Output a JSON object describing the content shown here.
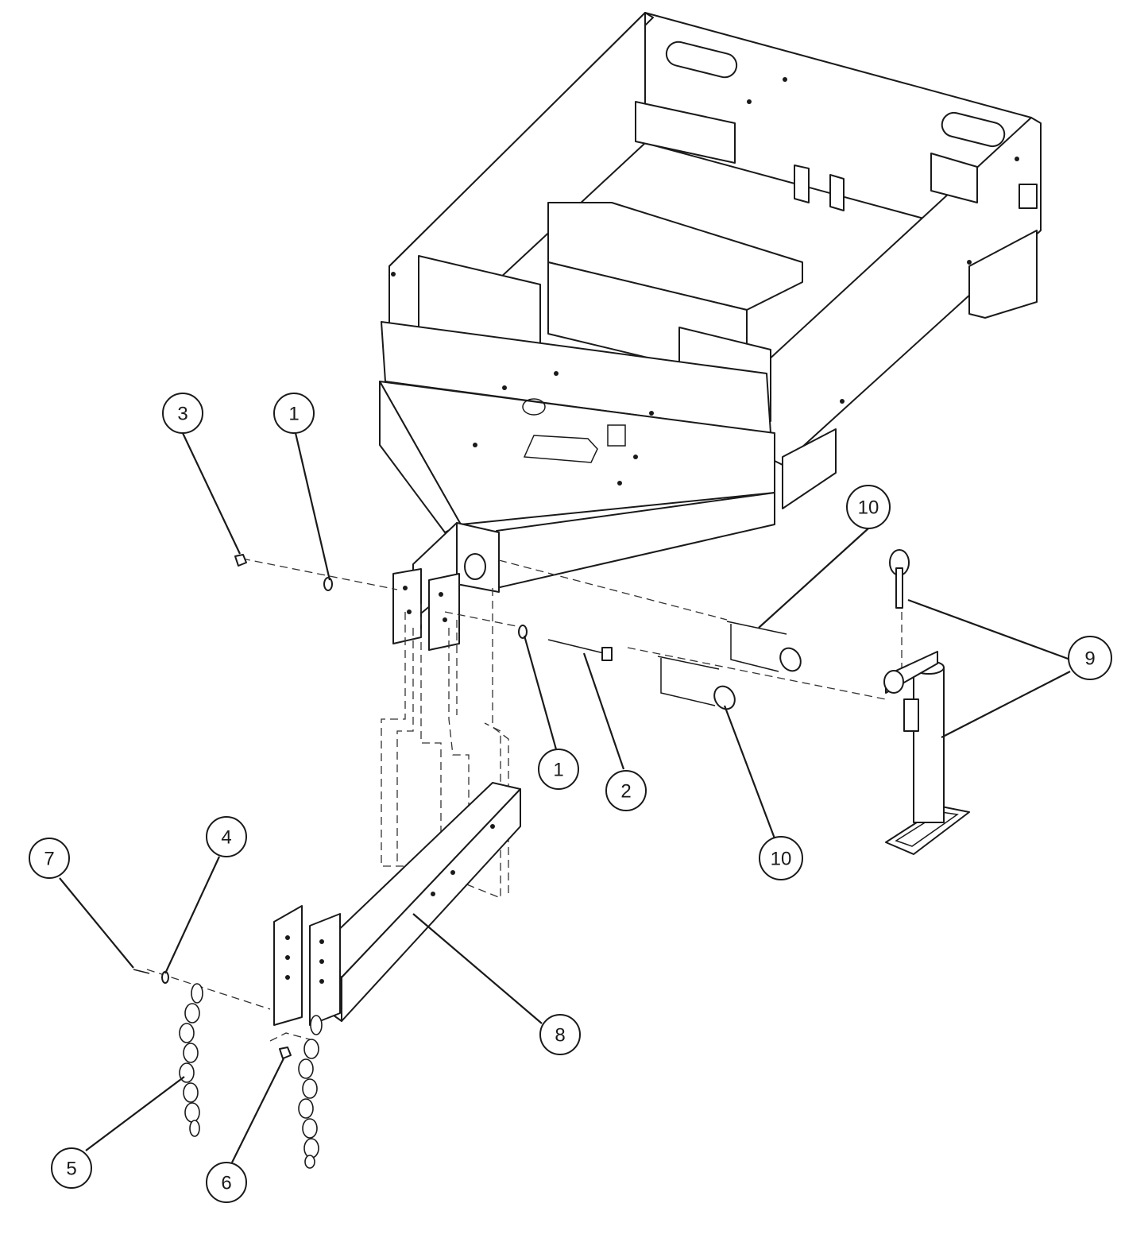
{
  "callouts": [
    {
      "id": "c3a",
      "label": "3"
    },
    {
      "id": "c1a",
      "label": "1"
    },
    {
      "id": "c10a",
      "label": "10"
    },
    {
      "id": "c9",
      "label": "9"
    },
    {
      "id": "c1b",
      "label": "1"
    },
    {
      "id": "c2",
      "label": "2"
    },
    {
      "id": "c10b",
      "label": "10"
    },
    {
      "id": "c7",
      "label": "7"
    },
    {
      "id": "c4",
      "label": "4"
    },
    {
      "id": "c8",
      "label": "8"
    },
    {
      "id": "c5",
      "label": "5"
    },
    {
      "id": "c6",
      "label": "6"
    }
  ],
  "colors": {
    "line": "#1a1a1a",
    "background": "#ffffff"
  }
}
